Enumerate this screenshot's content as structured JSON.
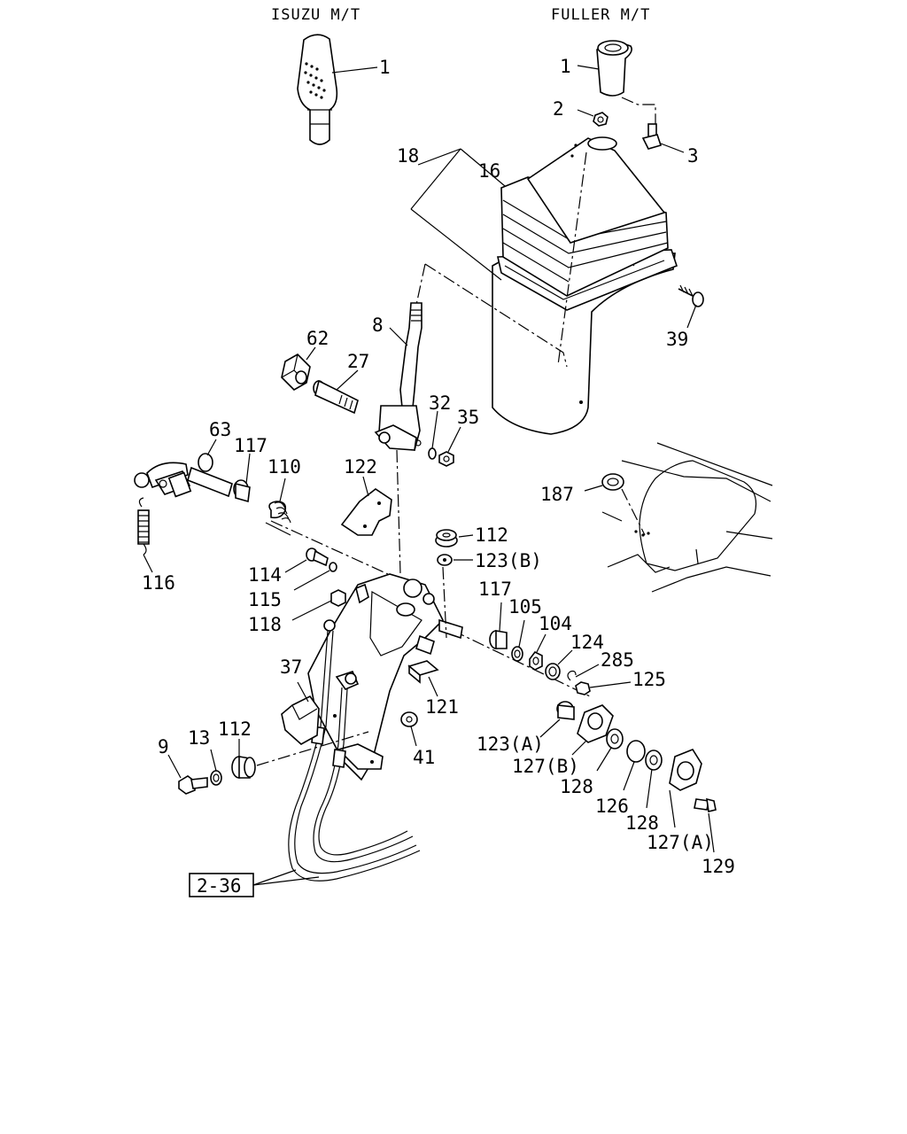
{
  "headers": {
    "isuzu": "ISUZU M/T",
    "fuller": "FULLER M/T"
  },
  "labels": {
    "isuzu_1": "1",
    "fuller_1": "1",
    "p2": "2",
    "p3": "3",
    "p18": "18",
    "p16": "16",
    "p39": "39",
    "p8": "8",
    "p62": "62",
    "p27": "27",
    "p32": "32",
    "p35": "35",
    "p63": "63",
    "p117a": "117",
    "p110": "110",
    "p122": "122",
    "p116": "116",
    "p187": "187",
    "p112a": "112",
    "p123b": "123(B)",
    "p114": "114",
    "p115": "115",
    "p118": "118",
    "p117b": "117",
    "p105": "105",
    "p104": "104",
    "p124": "124",
    "p285": "285",
    "p125": "125",
    "p37": "37",
    "p121": "121",
    "p9": "9",
    "p13": "13",
    "p112b": "112",
    "p41": "41",
    "p123a": "123(A)",
    "p127b": "127(B)",
    "p128a": "128",
    "p126": "126",
    "p128b": "128",
    "p127a": "127(A)",
    "p129": "129"
  },
  "reference_box": "2-36"
}
